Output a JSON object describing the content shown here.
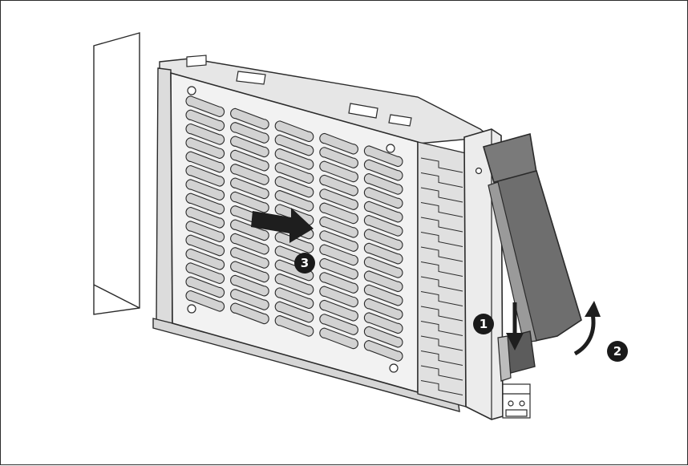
{
  "figure": {
    "callouts": [
      {
        "label": "1"
      },
      {
        "label": "2"
      },
      {
        "label": "3"
      }
    ],
    "colors": {
      "line": "#2a2a2a",
      "panel": "#f2f2f2",
      "slot": "#d2d2d2",
      "handle": "#7a7a7a",
      "handle_dark": "#5c5c5c",
      "arrow": "#2a2a2a",
      "callout_fill": "#1a1a1a"
    },
    "icons": [
      "down-arrow-icon",
      "curved-arrow-icon",
      "right-arrow-icon"
    ]
  }
}
